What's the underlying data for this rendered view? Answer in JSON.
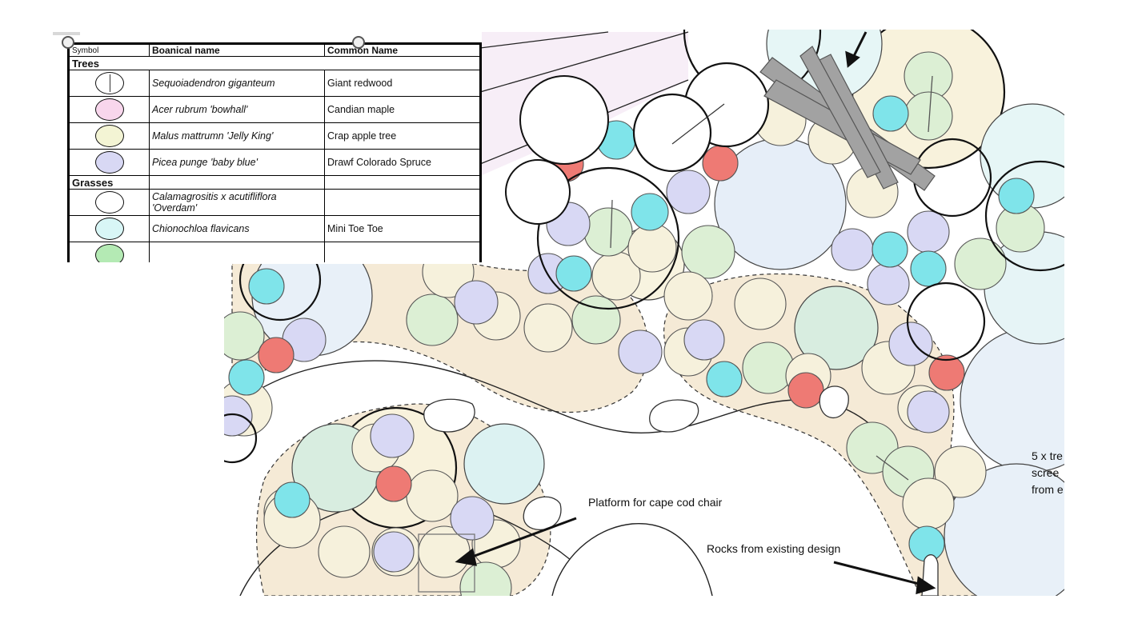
{
  "legend": {
    "header": {
      "symbol": "Symbol",
      "botanical": "Boanical name",
      "common": "Common Name"
    },
    "sections": {
      "trees": "Trees",
      "grasses": "Grasses"
    },
    "trees": [
      {
        "botanical": "Sequoiadendron giganteum",
        "common": "Giant redwood",
        "color": "#ffffff",
        "icon": "tree-with-line"
      },
      {
        "botanical": "Acer rubrum 'bowhall'",
        "common": "Candian maple",
        "color": "#f8d6ec",
        "icon": "circle"
      },
      {
        "botanical": "Malus mattrumn 'Jelly King'",
        "common": "Crap apple tree",
        "color": "#f3f4d4",
        "icon": "circle"
      },
      {
        "botanical": "Picea punge 'baby blue'",
        "common": "Drawf Colorado Spruce",
        "color": "#d8d8f4",
        "icon": "circle"
      }
    ],
    "grasses": [
      {
        "botanical": "Calamagrositis x acutifliflora 'Overdam'",
        "common": "",
        "color": "#ffffff",
        "icon": "circle"
      },
      {
        "botanical": "Chionochloa flavicans",
        "common": "Mini Toe Toe",
        "color": "#d8f6f6",
        "icon": "circle"
      },
      {
        "botanical": "",
        "common": "",
        "color": "#b4eab4",
        "icon": "circle"
      }
    ]
  },
  "annotations": {
    "platform": "Platform for cape cod chair",
    "rocks": "Rocks from existing design",
    "trees_note": [
      "5 x tre",
      "scree",
      "from e"
    ]
  },
  "colors": {
    "cream": "#f6eedd",
    "beige": "#f3e6cf",
    "light_green": "#dcefd4",
    "cyan": "#7fe4ea",
    "red": "#ee7a74",
    "lavender": "#d8d8f4",
    "pale_blue": "#e6eef8",
    "pale_pink": "#f7eef7",
    "mint": "#c8ead8",
    "outline": "#111111",
    "path_grey": "#9e9e9e"
  }
}
